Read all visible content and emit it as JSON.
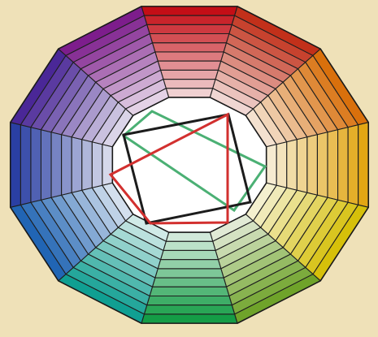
{
  "diagram": {
    "type": "color-wheel",
    "segments": 12,
    "tints_per_segment": 10,
    "background_color": "#efe1b8",
    "center_color": "#ffffff",
    "hues": [
      {
        "name": "red",
        "color": "#c40e16"
      },
      {
        "name": "red-orange",
        "color": "#c2301a"
      },
      {
        "name": "orange",
        "color": "#d9700c"
      },
      {
        "name": "yellow-orange",
        "color": "#e2a614"
      },
      {
        "name": "yellow",
        "color": "#d6c00a"
      },
      {
        "name": "yellow-green",
        "color": "#6fa32a"
      },
      {
        "name": "green",
        "color": "#149c46"
      },
      {
        "name": "blue-green",
        "color": "#109f92"
      },
      {
        "name": "blue",
        "color": "#2165b4"
      },
      {
        "name": "blue-violet",
        "color": "#2a3fa3"
      },
      {
        "name": "violet",
        "color": "#4a2797"
      },
      {
        "name": "red-violet",
        "color": "#7d1d8c"
      }
    ],
    "harmony_shapes": [
      {
        "name": "square",
        "color": "#1c1c1c",
        "vertices": 4
      },
      {
        "name": "tilted-square",
        "color": "#4bb074",
        "vertices": 4
      },
      {
        "name": "red-quadrilateral",
        "color": "#d2302f",
        "vertices": 4
      }
    ]
  }
}
